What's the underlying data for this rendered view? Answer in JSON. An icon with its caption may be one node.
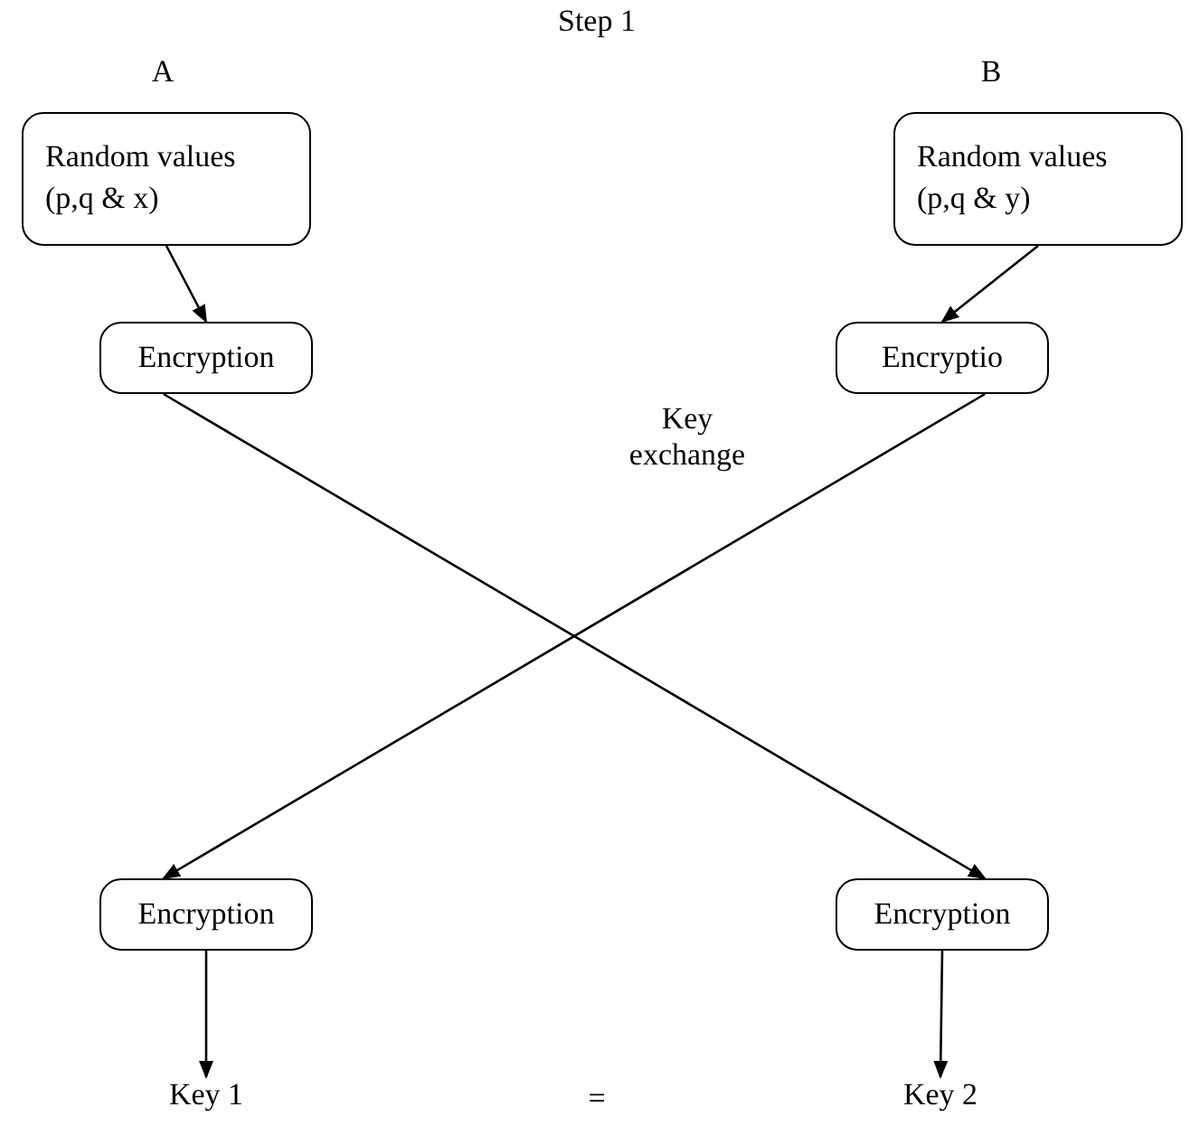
{
  "diagram": {
    "nodes": [
      {
        "text": [
          "Random values (p,q & x)"
        ]
      },
      {
        "text": [
          "Random values (p,q & y)"
        ]
      },
      {
        "text": [
          "Encryption"
        ]
      },
      {
        "text": [
          "Encryptio"
        ]
      },
      {
        "text": [
          "Encryption"
        ]
      },
      {
        "text": [
          "Encryption"
        ]
      },
      {
        "text": [
          "Key 1"
        ]
      },
      {
        "text": [
          "Key 2"
        ]
      }
    ],
    "edges": [
      {
        "from": 0,
        "to": 2,
        "arrow": "to"
      },
      {
        "from": 1,
        "to": 3,
        "arrow": "to"
      },
      {
        "from": 2,
        "to": 5,
        "arrow": "to"
      },
      {
        "from": 3,
        "to": 4,
        "arrow": "to"
      },
      {
        "from": 4,
        "to": 6,
        "arrow": "to"
      },
      {
        "from": 5,
        "to": 7,
        "arrow": "to"
      }
    ],
    "labels": [
      "Step 1",
      "A",
      "B",
      "Key exchange",
      "="
    ]
  }
}
